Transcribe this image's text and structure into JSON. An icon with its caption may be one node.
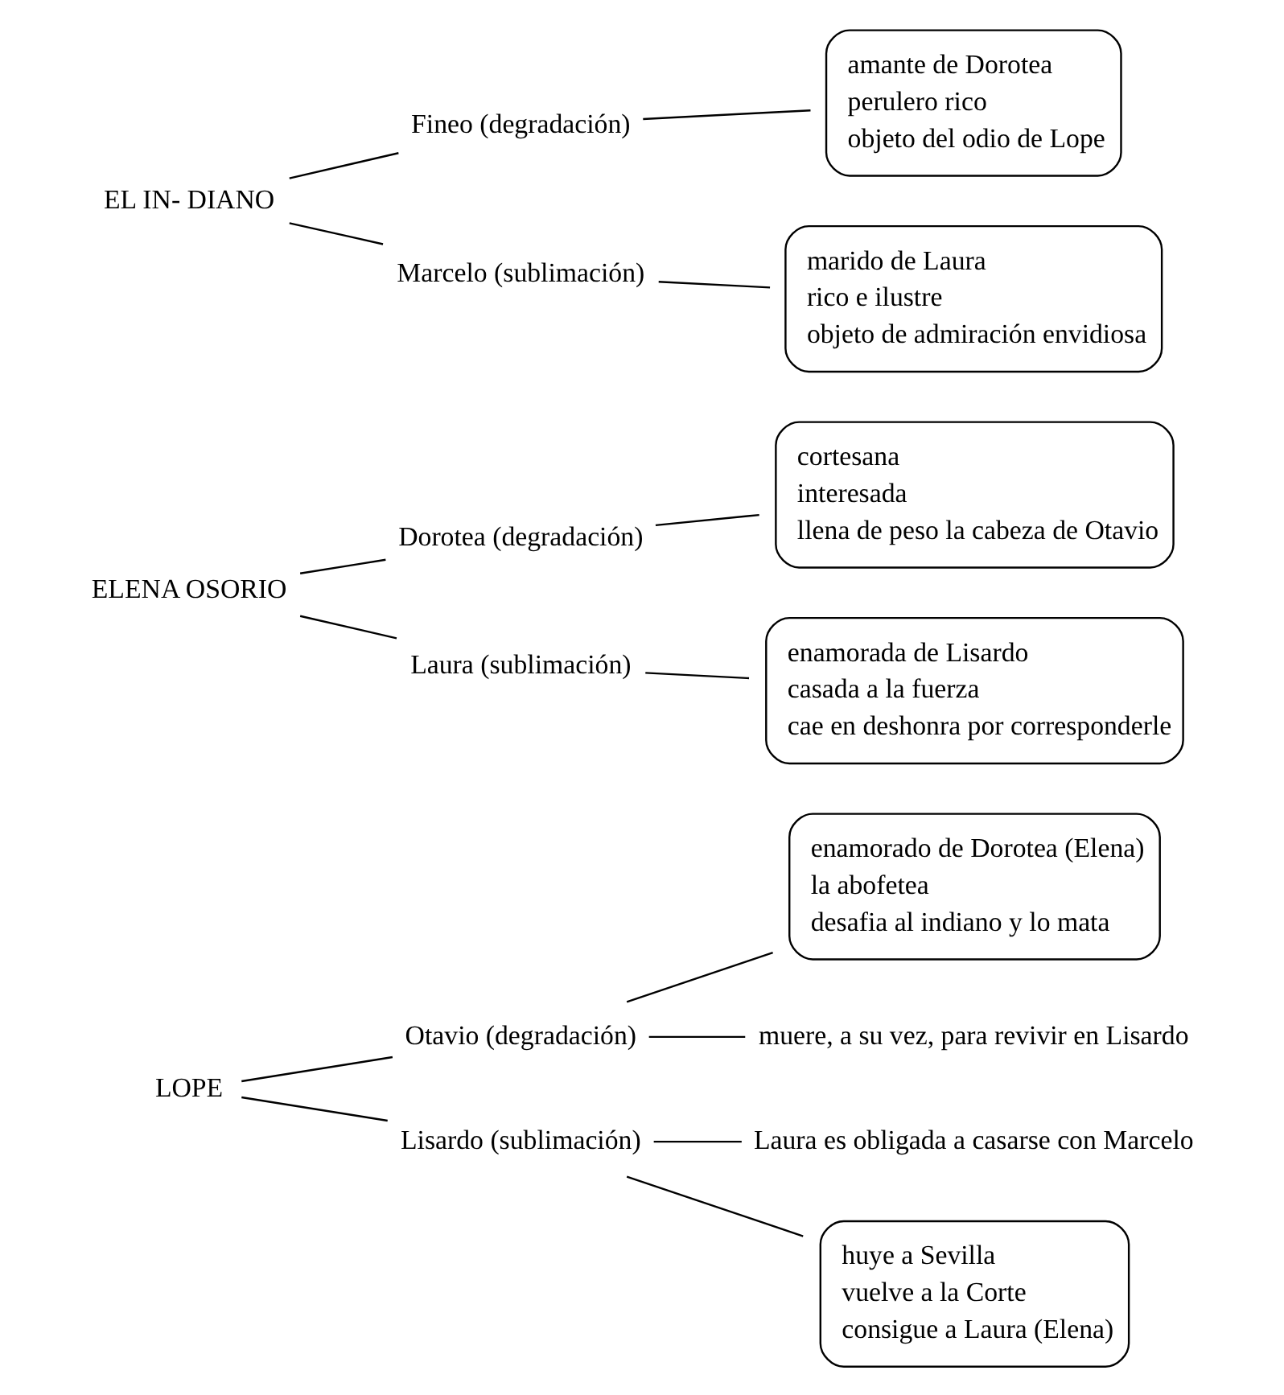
{
  "diagram": {
    "nodes": [
      {
        "text": [
          "LOPE"
        ]
      },
      {
        "text": [
          "Otavio (degradación)"
        ]
      },
      {
        "text": [
          "enamorado de Dorotea (Elena)",
          "la abofetea",
          "desafia al indiano y lo mata"
        ]
      },
      {
        "text": [
          "muere, a su vez, para revivir en Lisardo"
        ]
      },
      {
        "text": [
          "Lisardo (sublimación)"
        ]
      },
      {
        "text": [
          "Laura es obligada a casarse con Marcelo"
        ]
      },
      {
        "text": [
          "huye a Sevilla",
          "vuelve a la Corte",
          "consigue a Laura (Elena)"
        ]
      },
      {
        "text": [
          "ELENA OSORIO"
        ]
      },
      {
        "text": [
          "Dorotea (degradación)"
        ]
      },
      {
        "text": [
          "cortesana",
          "interesada",
          "llena de peso la cabeza de Otavio"
        ]
      },
      {
        "text": [
          "Laura (sublimación)"
        ]
      },
      {
        "text": [
          "enamorada de Lisardo",
          "casada a la fuerza",
          "cae en deshonra por corresponderle"
        ]
      },
      {
        "text": [
          "EL IN- DIANO"
        ]
      },
      {
        "text": [
          "Fineo (degradación)"
        ]
      },
      {
        "text": [
          "amante de Dorotea",
          "perulero rico",
          "objeto del odio de Lope"
        ]
      },
      {
        "text": [
          "Marcelo (sublimación)"
        ]
      },
      {
        "text": [
          "marido de Laura",
          "rico e ilustre",
          "objeto de admiración envidiosa"
        ]
      }
    ],
    "edges": [
      {
        "from": 0,
        "to": 1,
        "arrow": "none"
      },
      {
        "from": 1,
        "to": 2,
        "arrow": "none"
      },
      {
        "from": 1,
        "to": 3,
        "arrow": "none"
      },
      {
        "from": 0,
        "to": 4,
        "arrow": "none"
      },
      {
        "from": 4,
        "to": 5,
        "arrow": "none"
      },
      {
        "from": 4,
        "to": 6,
        "arrow": "none"
      },
      {
        "from": 7,
        "to": 8,
        "arrow": "none"
      },
      {
        "from": 8,
        "to": 9,
        "arrow": "none"
      },
      {
        "from": 7,
        "to": 10,
        "arrow": "none"
      },
      {
        "from": 10,
        "to": 11,
        "arrow": "none"
      },
      {
        "from": 12,
        "to": 13,
        "arrow": "none"
      },
      {
        "from": 13,
        "to": 14,
        "arrow": "none"
      },
      {
        "from": 12,
        "to": 15,
        "arrow": "none"
      },
      {
        "from": 15,
        "to": 16,
        "arrow": "none"
      }
    ]
  }
}
